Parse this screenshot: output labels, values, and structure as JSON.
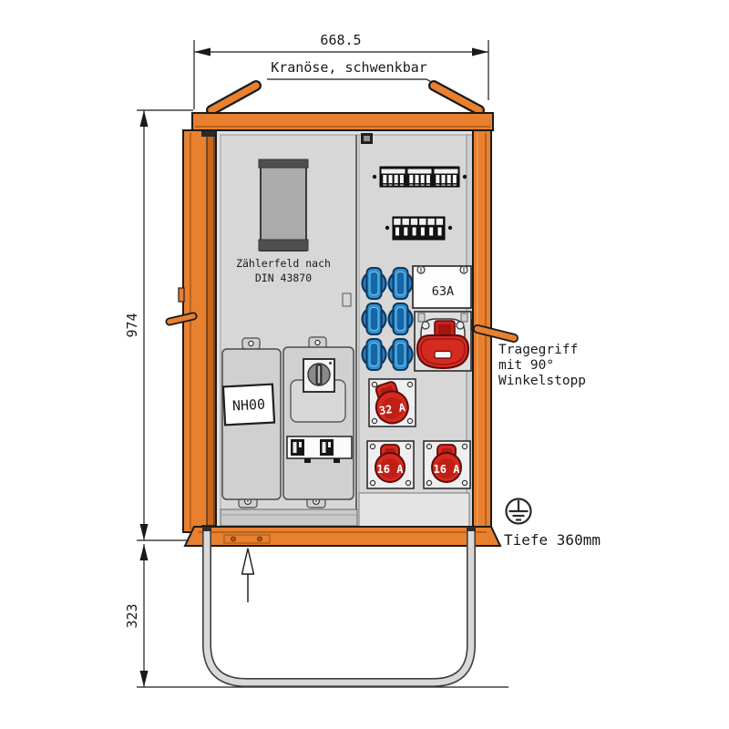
{
  "colors": {
    "orange": "#E8802F",
    "orange-dark": "#9C4F10",
    "panel": "#D7D7D7",
    "blue": "#1F7FC4",
    "blue-dark": "#10375F",
    "red": "#D42A22",
    "red-dark": "#5E0B08",
    "ink": "#1A1A1A"
  },
  "dimensions": {
    "width": "668.5",
    "height_upper": "974",
    "height_lower": "323",
    "depth_note": "Tiefe 360mm"
  },
  "annotations": {
    "crane": "Kranöse, schwenkbar",
    "meter_line1": "Zählerfeld nach",
    "meter_line2": "DIN 43870",
    "handle_line1": "Tragegriff",
    "handle_line2": "mit 90°",
    "handle_line3": "Winkelstopp"
  },
  "components": {
    "nh_fuse_label": "NH00",
    "main_switch_label": "63A",
    "socket_32a_label": "32 A",
    "socket_16a_left_label": "16 A",
    "socket_16a_right_label": "16 A"
  },
  "icons": {
    "earth": "earth-ground-symbol",
    "cable_entry": "up-arrow"
  }
}
